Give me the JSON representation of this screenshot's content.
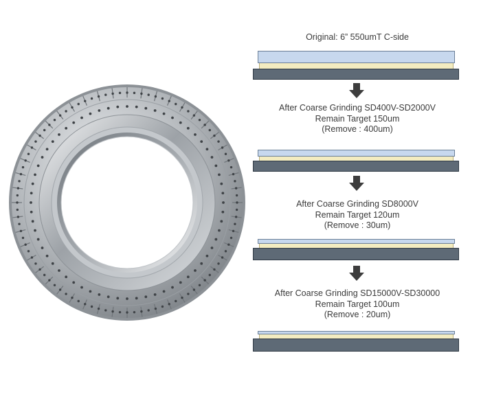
{
  "steps": [
    {
      "lines": [
        "Original: 6” 550umT C-side"
      ]
    },
    {
      "lines": [
        "After Coarse Grinding SD400V-SD2000V",
        "Remain Target 150um",
        "(Remove : 400um)"
      ]
    },
    {
      "lines": [
        "After Coarse Grinding SD8000V",
        "Remain Target 120um",
        "(Remove : 30um)"
      ]
    },
    {
      "lines": [
        "After Coarse Grinding SD15000V-SD30000",
        "Remain Target 100um",
        "(Remove : 20um)"
      ]
    }
  ],
  "colors": {
    "glass": "#c7d8ee",
    "adhesive": "#f3ecc0",
    "carrier": "#5e6a76",
    "arrow": "#3d3d3d",
    "metal": "#b8bcc0"
  },
  "icons": {
    "wheel": "grinding-wheel-icon",
    "arrow": "arrow-down-icon"
  }
}
